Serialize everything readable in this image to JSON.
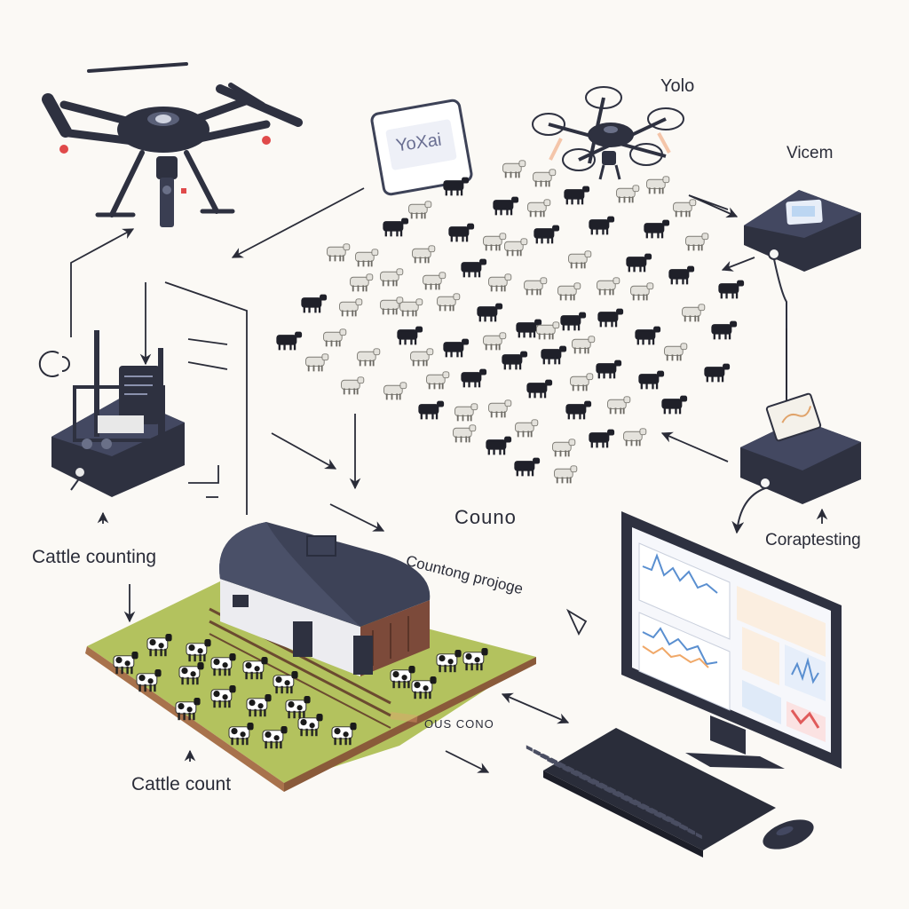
{
  "labels": {
    "cattle_counting": "Cattle counting",
    "cattle_count": "Cattle count",
    "yolo": "Yolo",
    "vicem": "Vicem",
    "couno": "Couno",
    "counting_project": "Countong projoge",
    "computing": "Coraptesting",
    "ous_cono": "OUS CONO",
    "yolo_screen": "YoXai"
  },
  "icons": [
    "drone-icon",
    "small-drone-icon",
    "router-icon",
    "edge-device-icon",
    "processing-box-icon",
    "barn-icon",
    "monitor-icon",
    "keyboard-icon",
    "mouse-icon",
    "cow-icon",
    "wifi-icon"
  ],
  "colors": {
    "device": "#2e3140",
    "device_light": "#434861",
    "grass": "#b3c25e",
    "barn_roof": "#3d4257",
    "barn_wall": "#7c4a3a",
    "chart_blue": "#5a8fd0",
    "chart_orange": "#f0a868",
    "background": "#fbf9f5"
  }
}
